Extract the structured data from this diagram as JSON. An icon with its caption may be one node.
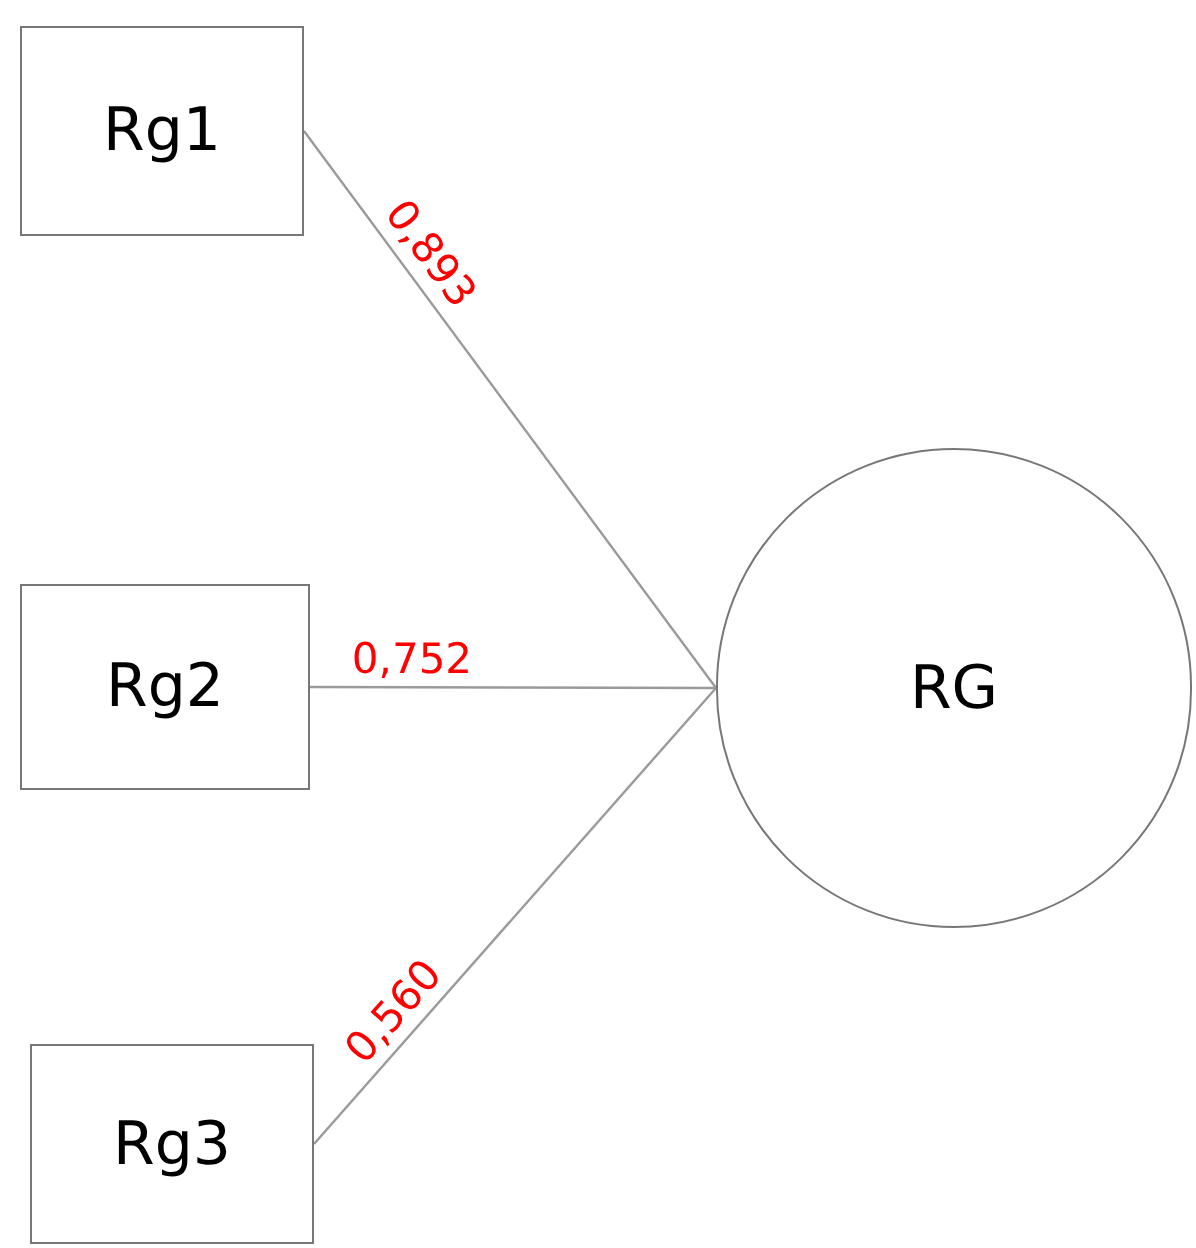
{
  "diagram": {
    "nodes": [
      {
        "text": [
          "Rg1"
        ]
      },
      {
        "text": [
          "Rg2"
        ]
      },
      {
        "text": [
          "Rg3"
        ]
      },
      {
        "text": [
          "RG"
        ]
      }
    ],
    "edges": [
      {
        "from": 0,
        "to": 3,
        "arrow": "none",
        "label": "0,893",
        "color": "#9a9a9a"
      },
      {
        "from": 1,
        "to": 3,
        "arrow": "none",
        "label": "0,752",
        "color": "#9a9a9a"
      },
      {
        "from": 2,
        "to": 3,
        "arrow": "none",
        "label": "0,560",
        "color": "#9a9a9a"
      }
    ]
  }
}
